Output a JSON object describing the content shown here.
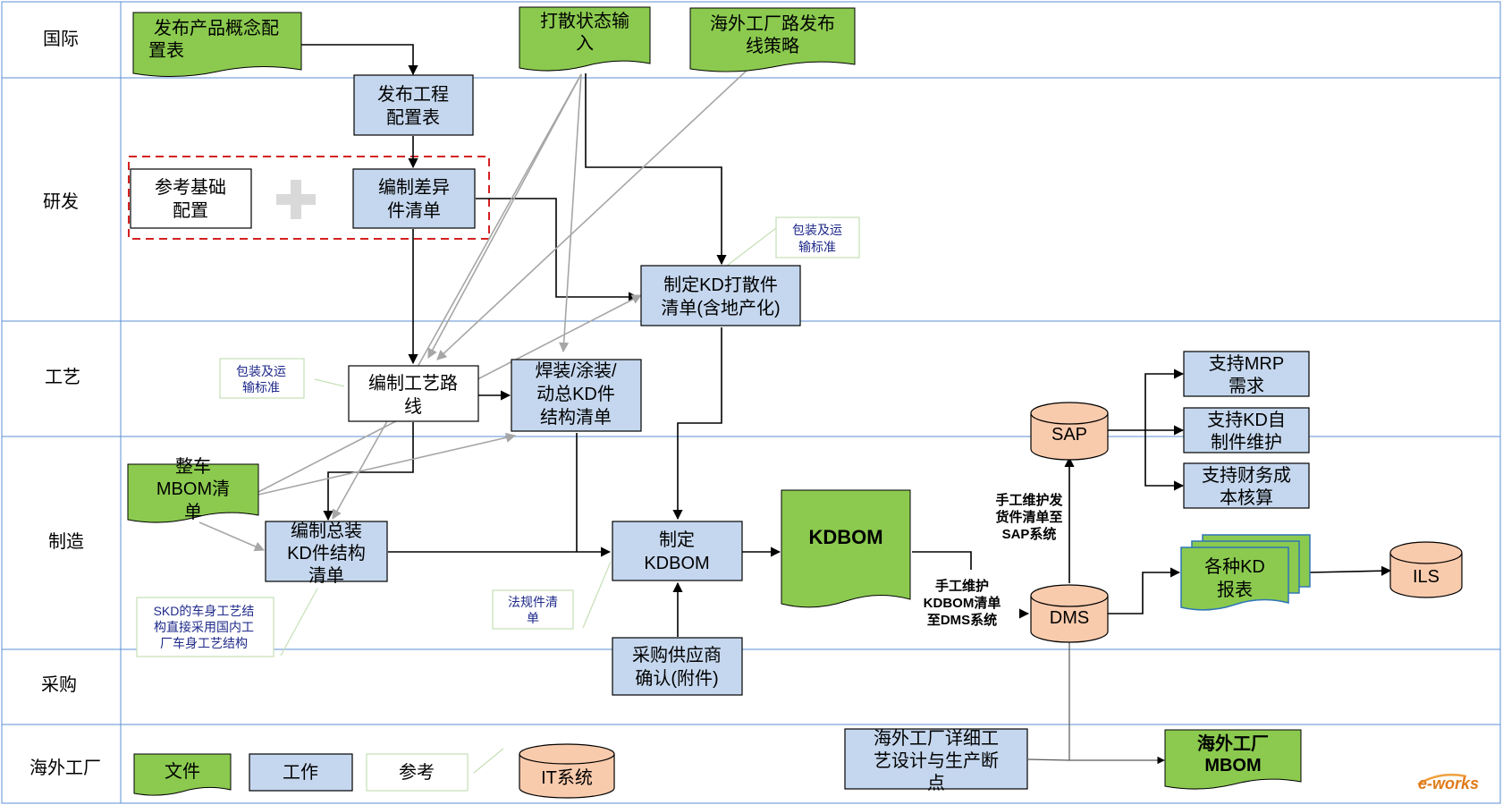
{
  "lanes": {
    "intl": "国际",
    "rd": "研发",
    "process": "工艺",
    "mfg": "制造",
    "purchase": "采购",
    "overseas": "海外工厂"
  },
  "nodes": {
    "publish_concept": [
      "发布产品概念配",
      "置表"
    ],
    "scatter_input": [
      "打散状态输",
      "入"
    ],
    "overseas_route": [
      "海外工厂路发布",
      "线策略"
    ],
    "publish_eng": [
      "发布工程",
      "配置表"
    ],
    "ref_base": [
      "参考基础",
      "配置"
    ],
    "diff_list": [
      "编制差异",
      "件清单"
    ],
    "kd_scatter": [
      "制定KD打散件",
      "清单(含地产化)"
    ],
    "process_route": [
      "编制工艺路",
      "线"
    ],
    "weld_paint": [
      "焊装/涂装/",
      "动总KD件",
      "结构清单"
    ],
    "vehicle_mbom": [
      "整车",
      "MBOM清",
      "单"
    ],
    "assembly_kd": [
      "编制总装",
      "KD件结构",
      "清单"
    ],
    "make_kdbom": [
      "制定",
      "KDBOM"
    ],
    "kdbom_doc": [
      "KDBOM"
    ],
    "supplier_confirm": [
      "采购供应商",
      "确认(附件)"
    ],
    "sap": [
      "SAP"
    ],
    "dms": [
      "DMS"
    ],
    "mrp": [
      "支持MRP",
      "需求"
    ],
    "kd_self": [
      "支持KD自",
      "制件维护"
    ],
    "finance": [
      "支持财务成",
      "本核算"
    ],
    "kd_reports": [
      "各种KD",
      "报表"
    ],
    "ils": [
      "ILS"
    ],
    "overseas_design": [
      "海外工厂详细工",
      "艺设计与生产断",
      "点"
    ],
    "overseas_mbom": [
      "海外工厂",
      "MBOM"
    ]
  },
  "notes": {
    "pack_std_1": [
      "包装及运",
      "输标准"
    ],
    "pack_std_2": [
      "包装及运",
      "输标准"
    ],
    "regulation": [
      "法规件清",
      "单"
    ],
    "skd_note": [
      "SKD的车身工艺结",
      "构直接采用国内工",
      "厂车身工艺结构"
    ],
    "to_sap": [
      "手工维护发",
      "货件清单至",
      "SAP系统"
    ],
    "to_dms": [
      "手工维护",
      "KDBOM清单",
      "至DMS系统"
    ]
  },
  "legend": {
    "doc": "文件",
    "work": "工作",
    "ref": "参考",
    "it": "IT系统"
  },
  "watermark": "e-works",
  "colors": {
    "doc_fill": "#8bca4f",
    "work_fill": "#c5d7ee",
    "it_fill": "#f9cbad",
    "dashed_red": "#d42020",
    "lane_line": "#5b8fd6",
    "note_border": "#c6dfb6",
    "note_text": "#1f2a8a",
    "gray_arrow": "#a6a6a6"
  }
}
